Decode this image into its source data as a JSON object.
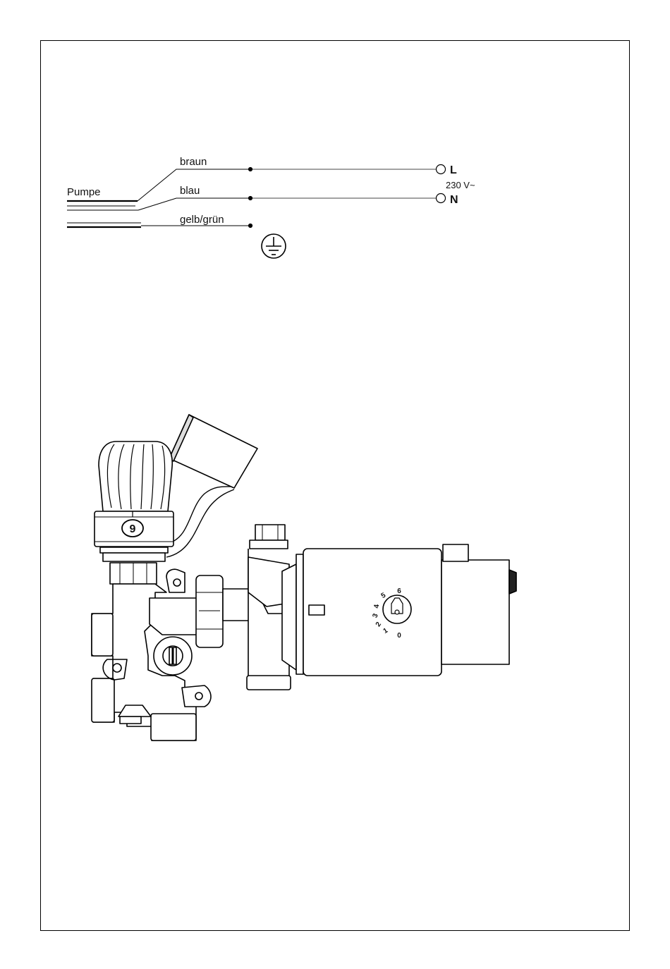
{
  "wiring": {
    "source_label": "Pumpe",
    "wires": [
      {
        "label": "braun"
      },
      {
        "label": "blau"
      },
      {
        "label": "gelb/grün"
      }
    ],
    "terminal_L": "L",
    "terminal_N": "N",
    "voltage": "230 V~",
    "ground_symbol": "earth-ground-icon"
  },
  "valve": {
    "knob_setting": "9",
    "dial_scale": [
      "0",
      "1",
      "2",
      "3",
      "4",
      "5",
      "6"
    ]
  }
}
